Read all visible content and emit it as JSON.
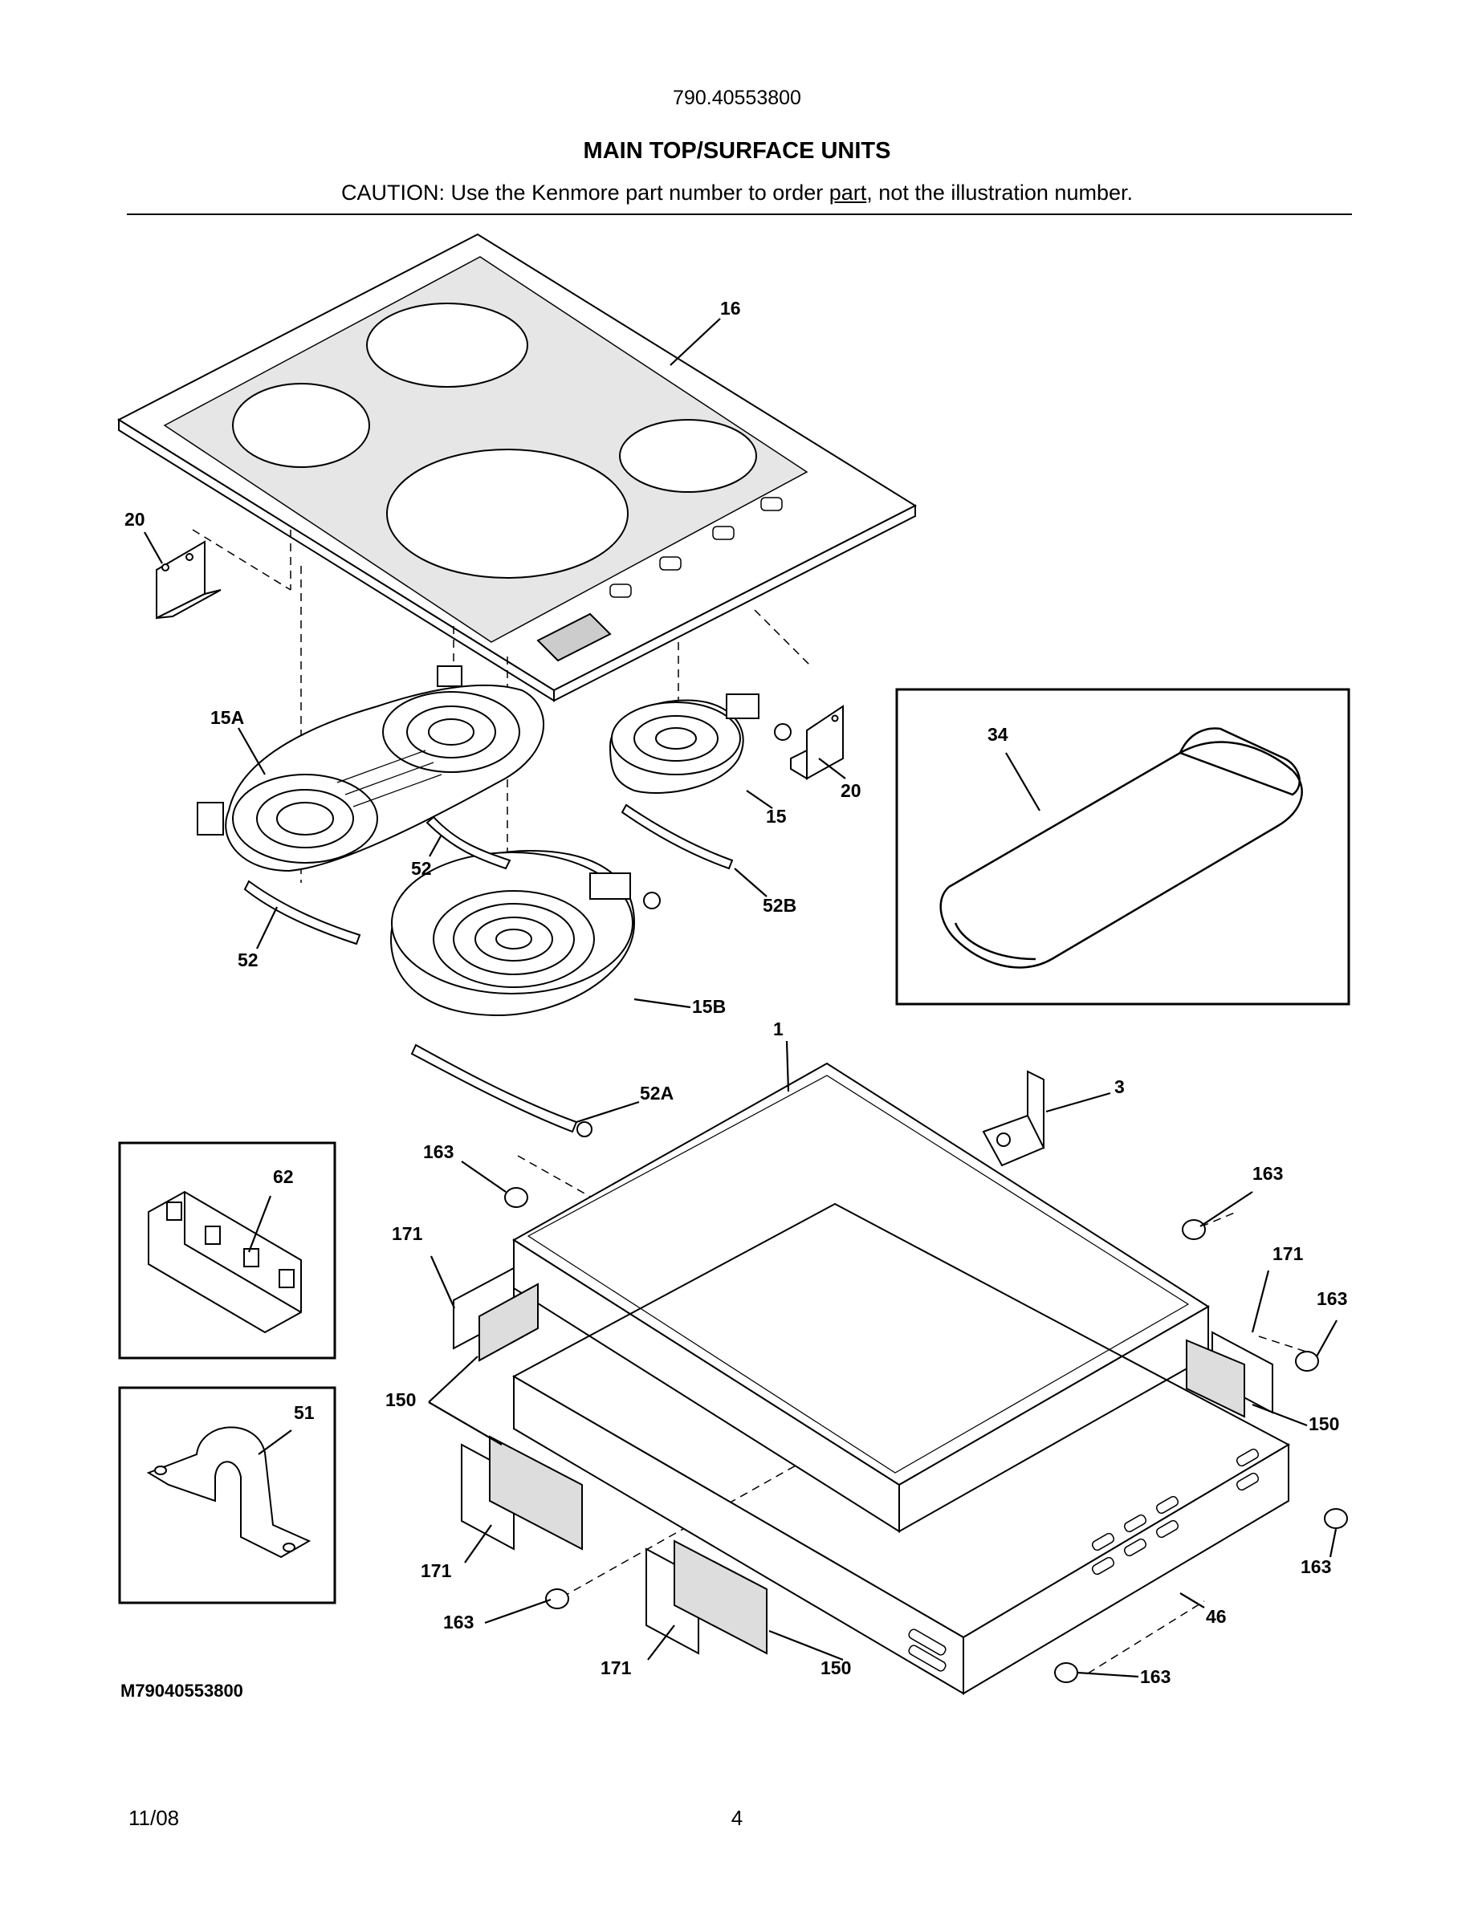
{
  "header": {
    "model_number": "790.40553800",
    "section_title": "MAIN TOP/SURFACE UNITS",
    "caution_prefix": "CAUTION: Use the Kenmore part number to order ",
    "caution_link": "part",
    "caution_suffix": ", not the illustration number."
  },
  "callouts": {
    "c16": "16",
    "c20a": "20",
    "c20b": "20",
    "c15a": "15A",
    "c15": "15",
    "c15b": "15B",
    "c52a": "52",
    "c52b": "52",
    "c52B": "52B",
    "c52A": "52A",
    "c34": "34",
    "c1": "1",
    "c3": "3",
    "c62": "62",
    "c51": "51",
    "c163a": "163",
    "c163b": "163",
    "c163c": "163",
    "c163d": "163",
    "c163e": "163",
    "c163f": "163",
    "c171a": "171",
    "c171b": "171",
    "c171c": "171",
    "c171d": "171",
    "c150a": "150",
    "c150b": "150",
    "c150c": "150",
    "c46": "46"
  },
  "footer": {
    "figure_code": "M79040553800",
    "date": "11/08",
    "page_number": "4"
  }
}
